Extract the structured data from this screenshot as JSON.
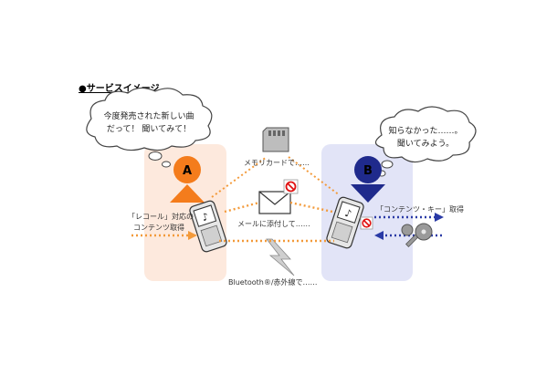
{
  "title": "●サービスイメージ",
  "user_a": {
    "letter": "A",
    "speech": [
      "今度発売された新しい曲",
      "だって！ 聞いてみて！"
    ],
    "note": [
      "「レコール」対応の",
      "コンテンツ取得"
    ]
  },
  "user_b": {
    "letter": "B",
    "speech": [
      "知らなかった……。",
      "聞いてみよう。"
    ],
    "note": "「コンテンツ・キー」取得"
  },
  "methods": {
    "memory_card": "メモリカードで……",
    "mail": "メールに添付して……",
    "wireless": "Bluetooth®/赤外線で……"
  },
  "colors": {
    "panel_a": "#fde9dd",
    "panel_b": "#e2e4f7",
    "accent_a": "#f47c1c",
    "accent_b": "#1f2a8c",
    "no_mark": "#e01010"
  }
}
